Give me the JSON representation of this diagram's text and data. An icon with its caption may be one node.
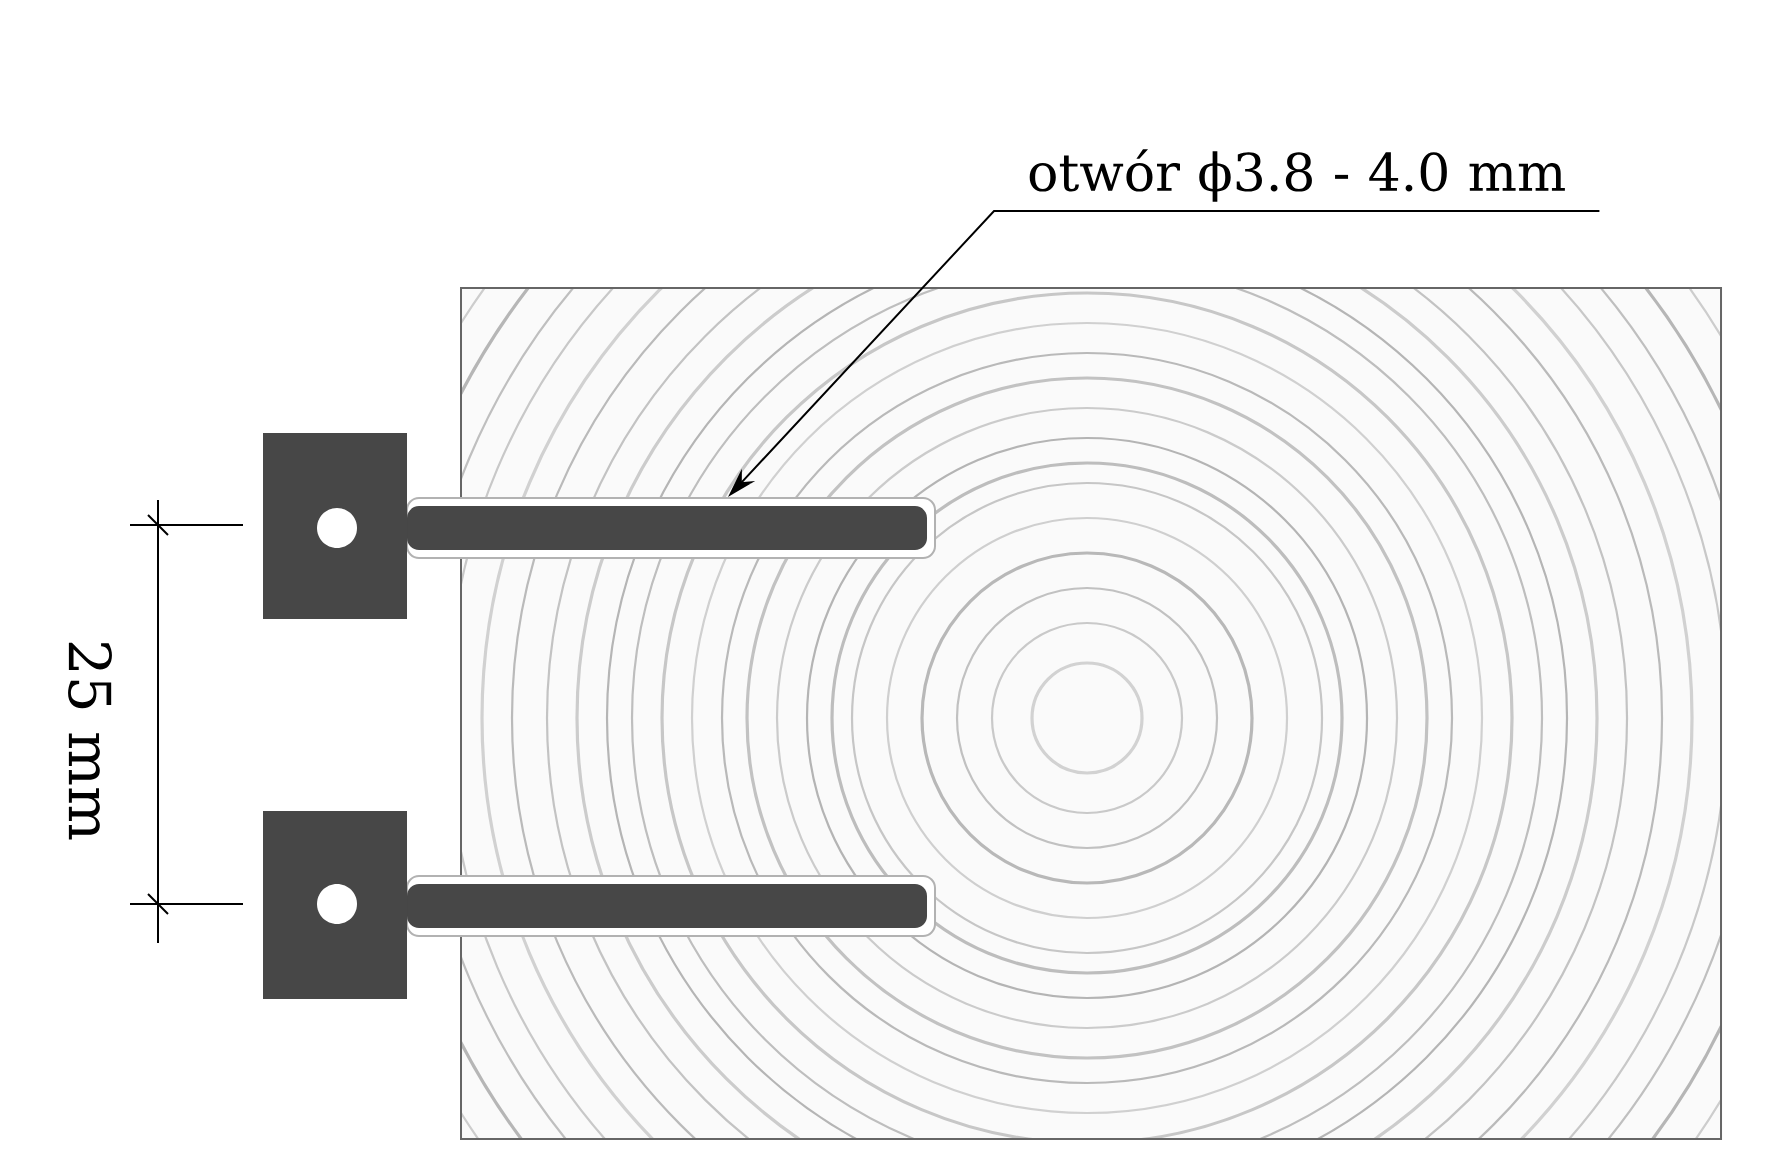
{
  "diagram": {
    "nodes": [
      {
        "text": [
          "otwór ϕ3.8 - 4.0 mm"
        ]
      },
      {
        "text": [],
        "shape": "box"
      },
      {
        "text": [],
        "shape": "box"
      }
    ],
    "edges": [
      {
        "from": 0,
        "to": 1,
        "arrow": "to"
      }
    ],
    "labels": [
      "25 mm"
    ]
  }
}
